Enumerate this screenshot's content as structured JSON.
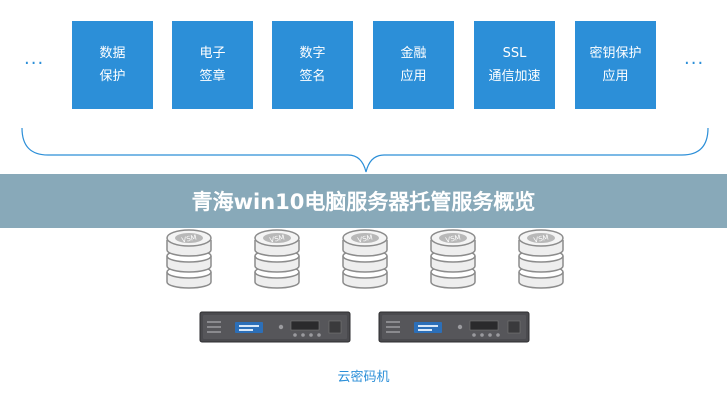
{
  "services": [
    {
      "line1": "数据",
      "line2": "保护"
    },
    {
      "line1": "电子",
      "line2": "签章"
    },
    {
      "line1": "数字",
      "line2": "签名"
    },
    {
      "line1": "金融",
      "line2": "应用"
    },
    {
      "line1": "SSL",
      "line2": "通信加速"
    },
    {
      "line1": "密钥保护",
      "line2": "应用"
    }
  ],
  "ellipsis_left": "...",
  "ellipsis_right": "...",
  "banner_title": "青海win10电脑服务器托管服务概览",
  "database_label": "VSM",
  "database_count": 5,
  "appliance_count": 2,
  "caption": "云密码机",
  "colors": {
    "accent": "#2c8fd8",
    "banner": "#6e96aa",
    "db_gray": "#9a9a9a",
    "appliance": "#4a4a4e"
  }
}
